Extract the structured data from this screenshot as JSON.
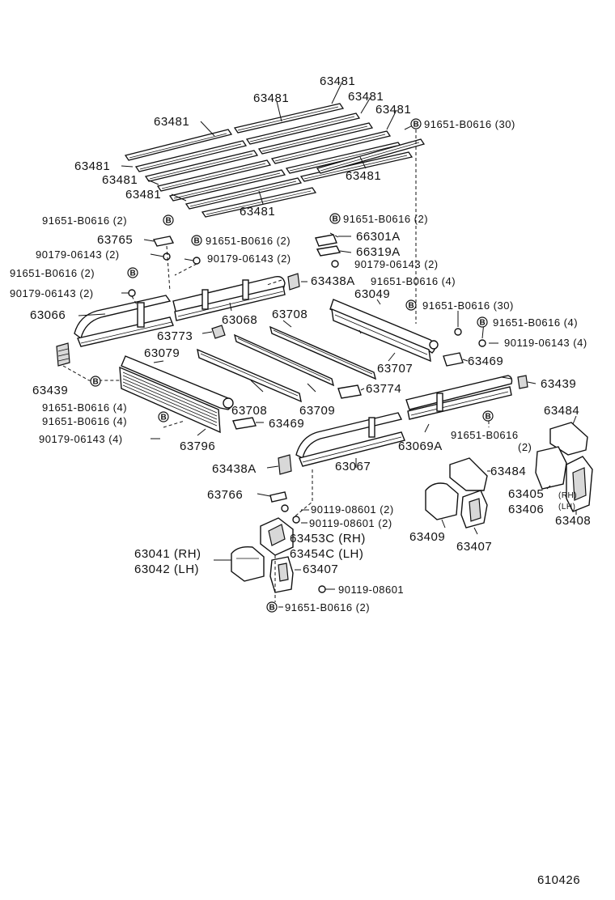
{
  "diagram_code": "610426",
  "bolt_marker": "B",
  "callouts": {
    "p63481": "63481",
    "b_30_top": "91651-B0616 (30)",
    "b_2_a": "91651-B0616 (2)",
    "p63765": "63765",
    "n_2_a": "90179-06143 (2)",
    "b_2_b": "91651-B0616 (2)",
    "n_2_b": "90179-06143 (2)",
    "p63066": "63066",
    "p63439": "63439",
    "b_4_a": "91651-B0616 (4)",
    "b_4_b": "91651-B0616 (4)",
    "n_4_a": "90179-06143 (4)",
    "p63796": "63796",
    "b_2_c": "91651-B0616 (2)",
    "n_2_c": "90179-06143 (2)",
    "p63068": "63068",
    "p63773": "63773",
    "p63079": "63079",
    "p63708": "63708",
    "p63709": "63709",
    "p63469": "63469",
    "b_2_d": "91651-B0616 (2)",
    "p66301A": "66301A",
    "p66319A": "66319A",
    "n_2_d": "90179-06143 (2)",
    "p63438A": "63438A",
    "b_4_c": "91651-B0616 (4)",
    "p63049": "63049",
    "b_30_mid": "91651-B0616 (30)",
    "b_4_d": "91651-B0616 (4)",
    "n_4_b": "90119-06143 (4)",
    "p63707": "63707",
    "p63774": "63774",
    "b_2_e_part": "91651-B0616",
    "b_2_e_qty": "(2)",
    "p63069A": "63069A",
    "p63067": "63067",
    "p63484": "63484",
    "p63405": "63405",
    "rh": "(RH)",
    "p63406": "63406",
    "lh": "(LH)",
    "p63408": "63408",
    "p63409": "63409",
    "p63407": "63407",
    "p63766": "63766",
    "n8_2_a": "90119-08601 (2)",
    "n8_2_b": "90119-08601 (2)",
    "p63453C": "63453C (RH)",
    "p63454C": "63454C (LH)",
    "p63041": "63041 (RH)",
    "p63042": "63042 (LH)",
    "n8_single": "90119-08601",
    "b_2_f": "91651-B0616 (2)"
  }
}
